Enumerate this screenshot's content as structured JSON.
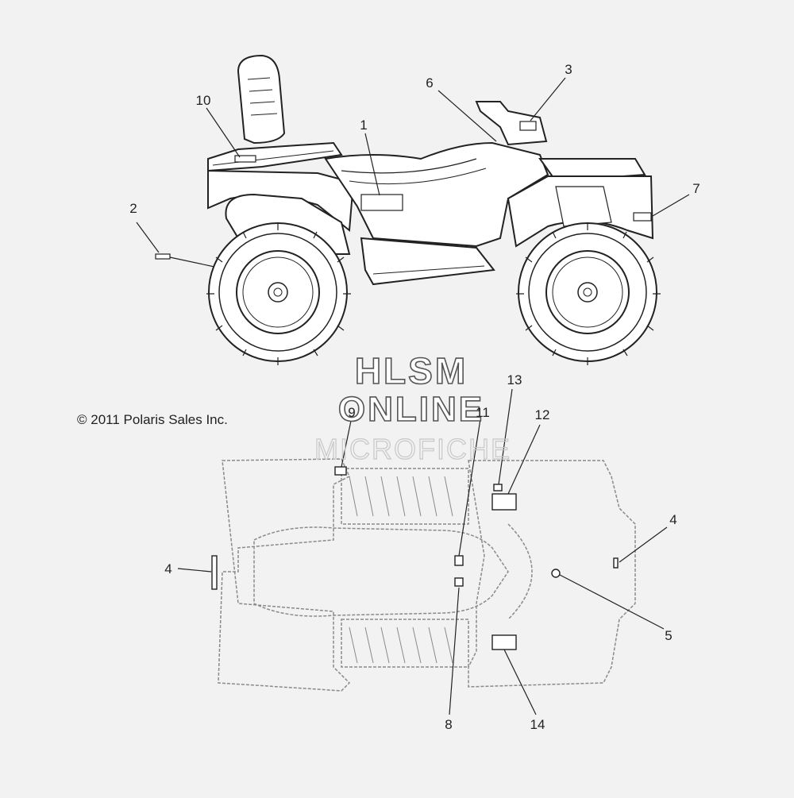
{
  "copyright": "© 2011 Polaris Sales Inc.",
  "watermark": {
    "line1": "HLSM",
    "line2": "ONLINE",
    "line3": "MICROFICHE"
  },
  "callouts": {
    "c1": "1",
    "c2": "2",
    "c3": "3",
    "c4a": "4",
    "c4b": "4",
    "c5": "5",
    "c6": "6",
    "c7": "7",
    "c8": "8",
    "c9": "9",
    "c10": "10",
    "c11": "11",
    "c12": "12",
    "c13": "13",
    "c14": "14"
  },
  "colors": {
    "line": "#222222",
    "faint": "#8a8a8a",
    "background": "#f2f2f2",
    "watermark": "#cccccc"
  }
}
